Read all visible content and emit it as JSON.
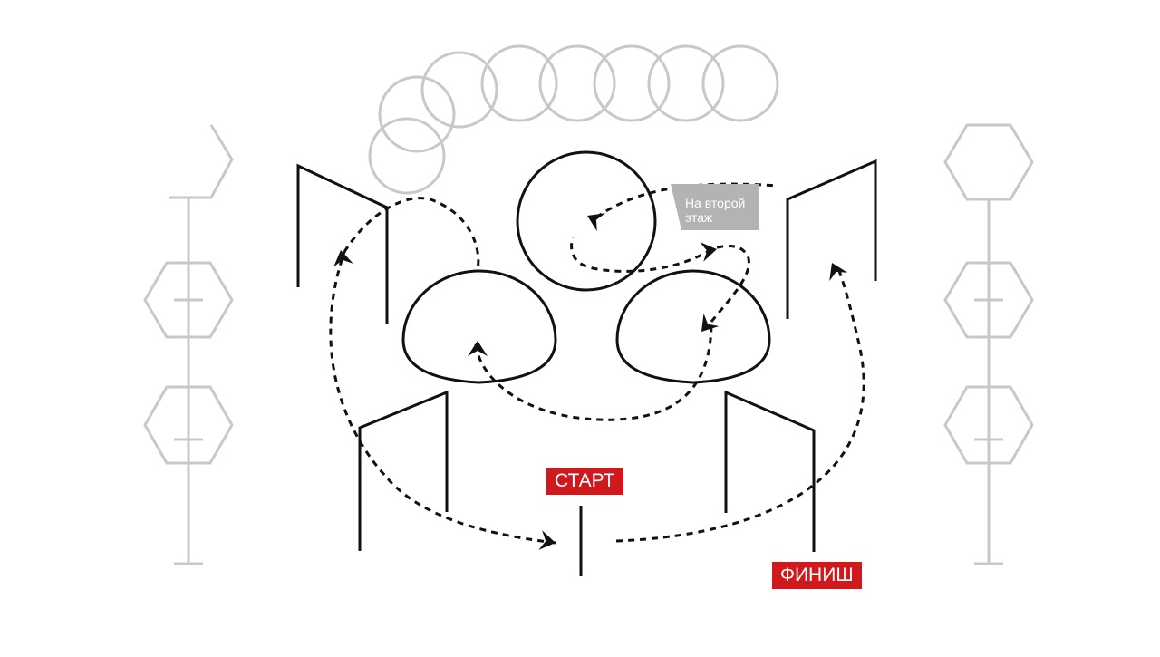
{
  "labels": {
    "start": "СТАРТ",
    "finish": "ФИНИШ",
    "second_floor_line1": "На второй",
    "second_floor_line2": "этаж"
  },
  "colors": {
    "accent_red": "#d0191c",
    "note_gray": "#b3b3b3",
    "faded_gray": "#c8c8c8",
    "ink": "#111111"
  }
}
